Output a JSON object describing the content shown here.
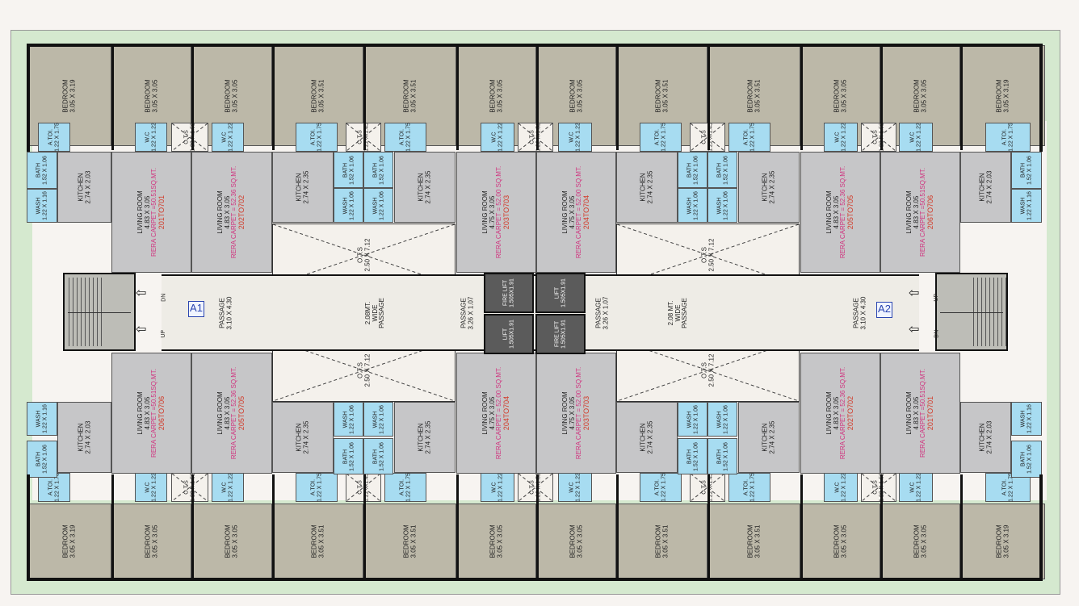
{
  "colors": {
    "bedroom": "#bcb8a8",
    "living": "#c6c6c8",
    "toilet": "#a7dcf1",
    "lift": "#5b5b5b",
    "ots": "#f4f1ec",
    "passage": "#eeece6",
    "green": "#d5e9cf",
    "stair": "#bdbdb7",
    "wall": "#111111",
    "pink": "#d0347f",
    "red": "#d23b2a"
  },
  "plan": {
    "bedrooms_top": [
      {
        "name": "BEDROOM",
        "dim": "3.05 X 3.19"
      },
      {
        "name": "BEDROOM",
        "dim": "3.05 X 3.05"
      },
      {
        "name": "BEDROOM",
        "dim": "3.05 X 3.05"
      },
      {
        "name": "BEDROOM",
        "dim": "3.05 X 3.51"
      },
      {
        "name": "BEDROOM",
        "dim": "3.05 X 3.51"
      },
      {
        "name": "BEDROOM",
        "dim": "3.05 X 3.05"
      },
      {
        "name": "BEDROOM",
        "dim": "3.05 X 3.05"
      },
      {
        "name": "BEDROOM",
        "dim": "3.05 X 3.51"
      },
      {
        "name": "BEDROOM",
        "dim": "3.05 X 3.51"
      },
      {
        "name": "BEDROOM",
        "dim": "3.05 X 3.05"
      },
      {
        "name": "BEDROOM",
        "dim": "3.05 X 3.05"
      },
      {
        "name": "BEDROOM",
        "dim": "3.05 X 3.19"
      }
    ],
    "bedrooms_bottom": [
      {
        "name": "BEDROOM",
        "dim": "3.05 X 3.19"
      },
      {
        "name": "BEDROOM",
        "dim": "3.05 X 3.05"
      },
      {
        "name": "BEDROOM",
        "dim": "3.05 X 3.05"
      },
      {
        "name": "BEDROOM",
        "dim": "3.05 X 3.51"
      },
      {
        "name": "BEDROOM",
        "dim": "3.05 X 3.51"
      },
      {
        "name": "BEDROOM",
        "dim": "3.05 X 3.05"
      },
      {
        "name": "BEDROOM",
        "dim": "3.05 X 3.05"
      },
      {
        "name": "BEDROOM",
        "dim": "3.05 X 3.51"
      },
      {
        "name": "BEDROOM",
        "dim": "3.05 X 3.51"
      },
      {
        "name": "BEDROOM",
        "dim": "3.05 X 3.05"
      },
      {
        "name": "BEDROOM",
        "dim": "3.05 X 3.05"
      },
      {
        "name": "BEDROOM",
        "dim": "3.05 X 3.19"
      }
    ],
    "toilets_top": [
      {
        "name": "A.TOI.",
        "dim": "1.22 X 1.75"
      },
      {
        "name": "W.C",
        "dim": "1.22 X 1.22"
      },
      {
        "name": "O.T.S",
        "dim": "1.22 X 1.52"
      },
      {
        "name": "W.C",
        "dim": "1.22 X 1.22"
      },
      {
        "name": "A.TOI.",
        "dim": "1.22 X 1.75"
      },
      {
        "name": "O.T.S",
        "dim": "1.22 X 1.45"
      },
      {
        "name": "A.TOI.",
        "dim": "1.22 X 1.75"
      },
      {
        "name": "W.C",
        "dim": "1.22 X 1.22"
      },
      {
        "name": "O.T.S",
        "dim": "1.22 X 1.52"
      },
      {
        "name": "W.C",
        "dim": "1.22 X 1.22"
      },
      {
        "name": "A.TOI.",
        "dim": "1.22 X 1.75"
      },
      {
        "name": "O.T.S",
        "dim": "1.22 X 1.45"
      },
      {
        "name": "A.TOI.",
        "dim": "1.22 X 1.75"
      },
      {
        "name": "W.C",
        "dim": "1.22 X 1.22"
      },
      {
        "name": "O.T.S",
        "dim": "1.22 X 1.52"
      },
      {
        "name": "W.C",
        "dim": "1.22 X 1.22"
      },
      {
        "name": "A.TOI.",
        "dim": "1.22 X 1.75"
      }
    ],
    "toilets_bottom": [
      {
        "name": "A.TOI.",
        "dim": "1.22 X 1.75"
      },
      {
        "name": "W.C",
        "dim": "1.22 X 1.22"
      },
      {
        "name": "O.T.S",
        "dim": "1.22 X 1.52"
      },
      {
        "name": "W.C",
        "dim": "1.22 X 1.22"
      },
      {
        "name": "A.TOI.",
        "dim": "1.22 X 1.75"
      },
      {
        "name": "O.T.S",
        "dim": "1.22 X 1.45"
      },
      {
        "name": "A.TOI.",
        "dim": "1.22 X 1.75"
      },
      {
        "name": "W.C",
        "dim": "1.22 X 1.22"
      },
      {
        "name": "O.T.S",
        "dim": "1.22 X 1.52"
      },
      {
        "name": "W.C",
        "dim": "1.22 X 1.22"
      },
      {
        "name": "A.TOI.",
        "dim": "1.22 X 1.75"
      },
      {
        "name": "O.T.S",
        "dim": "1.22 X 1.45"
      },
      {
        "name": "A.TOI.",
        "dim": "1.22 X 1.75"
      },
      {
        "name": "W.C",
        "dim": "1.22 X 1.22"
      },
      {
        "name": "O.T.S",
        "dim": "1.22 X 1.52"
      },
      {
        "name": "W.C",
        "dim": "1.22 X 1.22"
      },
      {
        "name": "A.TOI.",
        "dim": "1.22 X 1.75"
      }
    ],
    "living_top": [
      {
        "name": "LIVING ROOM",
        "dim": "4.83 X 3.05",
        "rera": "RERA CARPET =50.51SQ.MT.",
        "unit": "201TO701"
      },
      {
        "name": "LIVING ROOM",
        "dim": "4.83 X 3.05",
        "rera": "RERA CARPET = 52.36 SQ.MT.",
        "unit": "202TO702"
      },
      {
        "name": "LIVING ROOM",
        "dim": "4.75 X 3.05",
        "rera": "RERA CARPET = 52.00 SQ.MT.",
        "unit": "203TO703"
      },
      {
        "name": "LIVING ROOM",
        "dim": "4.75 X 3.05",
        "rera": "RERA CARPET = 52.00 SQ.MT.",
        "unit": "204TO704"
      },
      {
        "name": "LIVING ROOM",
        "dim": "4.83 X 3.05",
        "rera": "RERA CARPET = 52.36 SQ.MT.",
        "unit": "205TO705"
      },
      {
        "name": "LIVING ROOM",
        "dim": "4.83 X 3.05",
        "rera": "RERA CARPET =50.51SQ.MT.",
        "unit": "206TO706"
      }
    ],
    "living_bottom": [
      {
        "name": "LIVING ROOM",
        "dim": "4.83 X 3.05",
        "rera": "RERA CARPET =50.51SQ.MT.",
        "unit": "206TO706"
      },
      {
        "name": "LIVING ROOM",
        "dim": "4.83 X 3.05",
        "rera": "RERA CARPET = 52.36 SQ.MT.",
        "unit": "205TO705"
      },
      {
        "name": "LIVING ROOM",
        "dim": "4.75 X 3.05",
        "rera": "RERA CARPET = 52.00 SQ.MT.",
        "unit": "204TO704"
      },
      {
        "name": "LIVING ROOM",
        "dim": "4.75 X 3.05",
        "rera": "RERA CARPET = 52.00 SQ.MT.",
        "unit": "203TO703"
      },
      {
        "name": "LIVING ROOM",
        "dim": "4.83 X 3.05",
        "rera": "RERA CARPET = 52.36 SQ.MT.",
        "unit": "202TO702"
      },
      {
        "name": "LIVING ROOM",
        "dim": "4.83 X 3.05",
        "rera": "RERA CARPET =50.51SQ.MT.",
        "unit": "201TO701"
      }
    ],
    "kitchens": [
      {
        "name": "KITCHEN",
        "dim": "2.74 X 2.03"
      },
      {
        "name": "KITCHEN",
        "dim": "2.74 X 2.35"
      },
      {
        "name": "KITCHEN",
        "dim": "2.74 X 2.35"
      },
      {
        "name": "KITCHEN",
        "dim": "2.74 X 2.35"
      },
      {
        "name": "KITCHEN",
        "dim": "2.74 X 2.35"
      },
      {
        "name": "KITCHEN",
        "dim": "2.74 X 2.03"
      }
    ],
    "bath": {
      "name": "BATH",
      "dim": "1.52 X 1.06"
    },
    "wash_small": {
      "name": "WASH",
      "dim": "1.22 X 1.16"
    },
    "wash": {
      "name": "WASH",
      "dim": "1.22 X 1.06"
    },
    "ots_big": {
      "name": "O.T.S",
      "dim": "2.50 X 7.12"
    },
    "passage_side": {
      "name": "PASSAGE",
      "dim": "3.10 X 4.30"
    },
    "passage_mid": {
      "name": "PASSAGE",
      "dim": "3.26 X 1.07"
    },
    "wide_left": {
      "line1": "2.08MT.",
      "line2": "WIDE",
      "line3": "PASSAGE"
    },
    "wide_right": {
      "line1": "2.08 MT.",
      "line2": "WIDE",
      "line3": "PASSAGE"
    },
    "fire_lift": {
      "name": "FIRE LIFT",
      "dim": "1.505X1.91"
    },
    "lift": {
      "name": "LIFT",
      "dim": "1.505X1.91"
    },
    "block_a1": "A1",
    "block_a2": "A2",
    "stair_up": "UP",
    "stair_dn": "DN"
  }
}
